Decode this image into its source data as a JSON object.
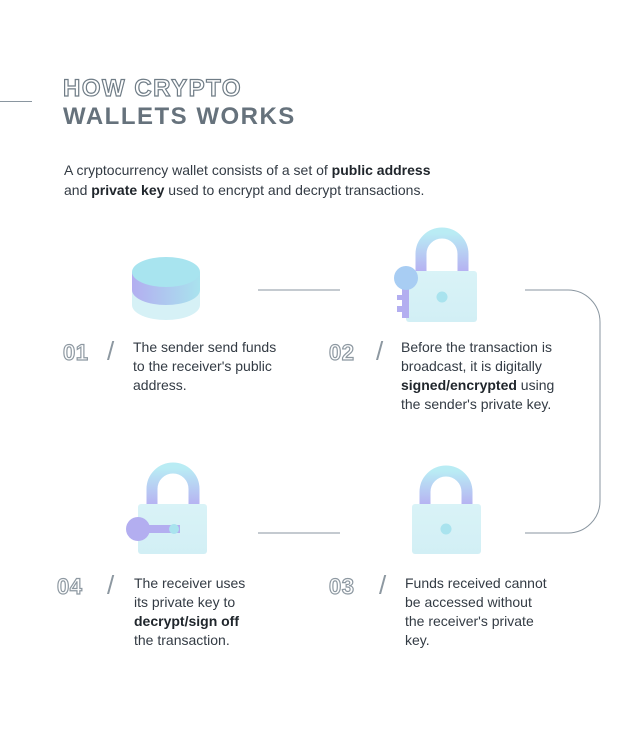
{
  "header": {
    "title_line1": "HOW CRYPTO",
    "title_line2": "WALLETS WORKS"
  },
  "intro": {
    "part1": "A cryptocurrency wallet consists of a set of ",
    "bold1": "public address",
    "part2": " and ",
    "bold2": "private key",
    "part3": " used to encrypt and decrypt transactions."
  },
  "steps": [
    {
      "number": "01",
      "slash": "/",
      "icon": "coin-stack-icon",
      "text_before": "The sender send funds to the receiver's public address.",
      "bold": "",
      "text_after": ""
    },
    {
      "number": "02",
      "slash": "/",
      "icon": "lock-with-key-icon",
      "text_before": "Before the transaction is broadcast, it is digitally ",
      "bold": "signed/encrypted",
      "text_after": " using the sender's private key."
    },
    {
      "number": "03",
      "slash": "/",
      "icon": "closed-lock-icon",
      "text_before": "Funds received cannot be accessed without the receiver's private key.",
      "bold": "",
      "text_after": ""
    },
    {
      "number": "04",
      "slash": "/",
      "icon": "open-lock-with-key-icon",
      "text_before": "The receiver uses its private key to ",
      "bold": "decrypt/sign off",
      "text_after": " the transaction."
    }
  ],
  "colors": {
    "text": "#333b44",
    "title": "#66727c",
    "connector": "#8a96a0",
    "icon_light": "#d8f2f6",
    "icon_cyan": "#a9e3ee",
    "icon_purple": "#b3aef0"
  }
}
